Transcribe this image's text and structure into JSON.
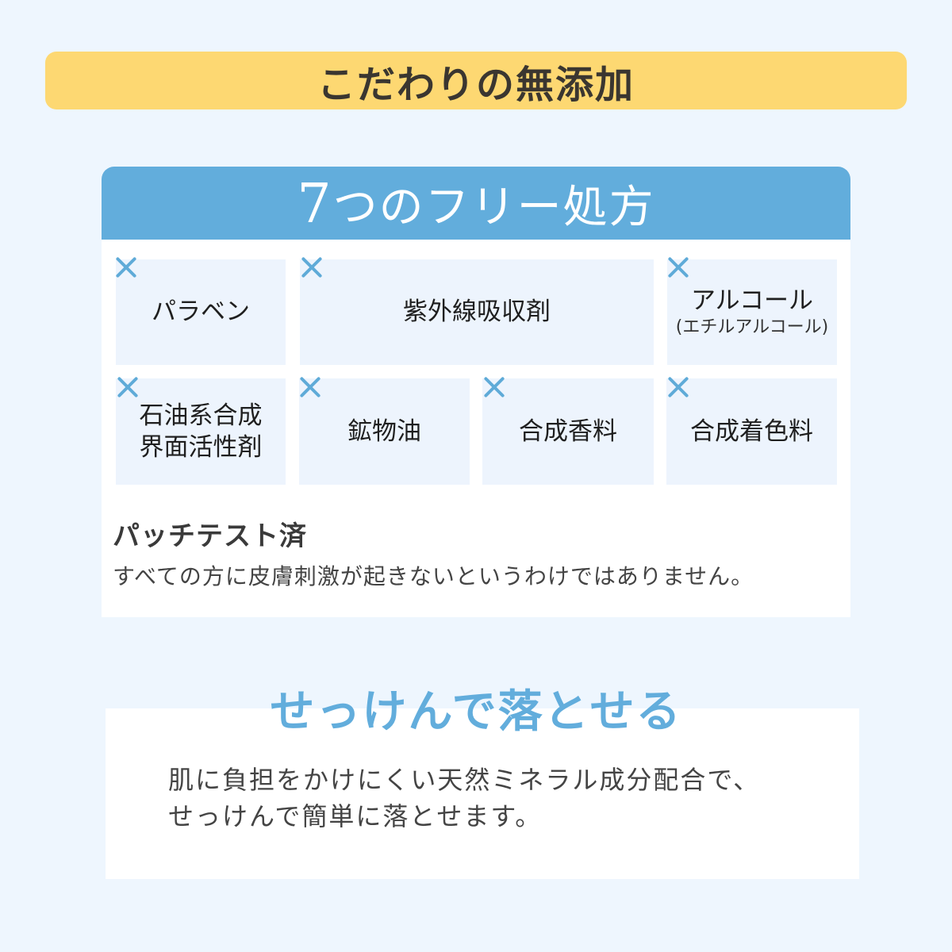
{
  "banner": {
    "title": "こだわりの無添加",
    "color": "#fdd872"
  },
  "free_formula": {
    "title_number": "7",
    "title_rest": "つのフリー処方",
    "header_color": "#62addc",
    "mark_icon": "cross-icon",
    "items": [
      {
        "label": "パラベン",
        "sub": ""
      },
      {
        "label": "紫外線吸収剤",
        "sub": ""
      },
      {
        "label": "アルコール",
        "sub": "(エチルアルコール)"
      },
      {
        "label": "石油系合成",
        "label2": "界面活性剤",
        "sub": ""
      },
      {
        "label": "鉱物油",
        "sub": ""
      },
      {
        "label": "合成香料",
        "sub": ""
      },
      {
        "label": "合成着色料",
        "sub": ""
      }
    ]
  },
  "patch_test": {
    "title": "パッチテスト済",
    "note": "すべての方に皮膚刺激が起きないというわけではありません。"
  },
  "soap": {
    "title": "せっけんで落とせる",
    "line1": "肌に負担をかけにくい天然ミネラル成分配合で、",
    "line2": "せっけんで簡単に落とせます。",
    "accent_color": "#62addc"
  }
}
